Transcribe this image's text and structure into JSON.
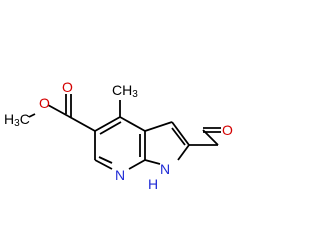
{
  "colors": {
    "background": "#ffffff",
    "bond": "#000000",
    "carbon_text": "#000000",
    "oxygen": "#d40000",
    "nitrogen": "#1f2bd6"
  },
  "labels": {
    "methyl_ester": "H3C",
    "ether_o": "O",
    "carbonyl_o": "O",
    "methyl_ring": "CH3",
    "aldehyde_o": "O",
    "pyridine_n": "N",
    "pyrrole_n": "N",
    "pyrrole_h": "H"
  }
}
